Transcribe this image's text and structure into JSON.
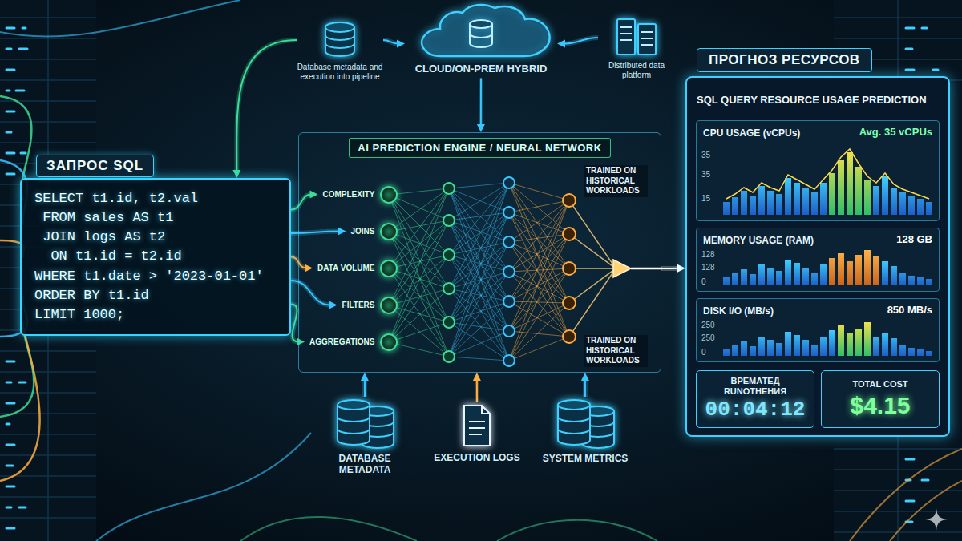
{
  "diagram": {
    "nodes": [
      {
        "text": [
          "ЗАПРОС SQL",
          "SELECT t1.id, t2.val",
          "FROM sales AS t1",
          "JOIN logs AS t2",
          "ON t1.id = t2.id",
          "WHERE t1.date > '2023-01-01'",
          "ORDER BY t1.id",
          "LIMIT 1000;"
        ]
      },
      {
        "text": [
          "Database metadata and execution into pipeline"
        ]
      },
      {
        "text": [
          "CLOUD/ON-PREM HYBRID"
        ]
      },
      {
        "text": [
          "Distributed data platform"
        ]
      },
      {
        "text": [
          "AI PREDICTION ENGINE / NEURAL NETWORK"
        ]
      },
      {
        "text": [
          "COMPLEXITY"
        ],
        "in": 4
      },
      {
        "text": [
          "JOINS"
        ],
        "in": 4
      },
      {
        "text": [
          "DATA VOLUME"
        ],
        "in": 4
      },
      {
        "text": [
          "FILTERS"
        ],
        "in": 4
      },
      {
        "text": [
          "AGGREGATIONS"
        ],
        "in": 4
      },
      {
        "text": [
          "ПРОГНОЗ РЕСУРСОВ",
          "SQL QUERY RESOURCE USAGE PREDICTION"
        ]
      },
      {
        "text": [
          "CPU USAGE (vCPUs)",
          "Avg. 35 vCPUs",
          "35",
          "35",
          "15"
        ],
        "in": 10
      },
      {
        "text": [
          "MEMORY USAGE (RAM)",
          "128 GB",
          "128",
          "128",
          "0"
        ],
        "in": 10
      },
      {
        "text": [
          "DISK I/O (MB/s)",
          "850 MB/s",
          "250",
          "250",
          "0"
        ],
        "in": 10
      },
      {
        "text": [
          "ВРЕМАТЕД RUNOTНЕНИЯ",
          "00:04:12"
        ],
        "in": 10
      },
      {
        "text": [
          "TOTAL COST",
          "$4.15"
        ],
        "in": 10
      },
      {
        "text": [
          "DATABASE METADATA"
        ]
      },
      {
        "text": [
          "EXECUTION LOGS"
        ]
      },
      {
        "text": [
          "SYSTEM METRICS"
        ]
      }
    ],
    "edges": [
      {
        "from": 0,
        "to": 5,
        "arrow": "to"
      },
      {
        "from": 0,
        "to": 6,
        "arrow": "to"
      },
      {
        "from": 0,
        "to": 7,
        "arrow": "to"
      },
      {
        "from": 0,
        "to": 8,
        "arrow": "to"
      },
      {
        "from": 0,
        "to": 9,
        "arrow": "to"
      },
      {
        "from": 1,
        "to": 2,
        "arrow": "to"
      },
      {
        "from": 3,
        "to": 2,
        "arrow": "to"
      },
      {
        "from": 2,
        "to": 4,
        "arrow": "to"
      },
      {
        "from": 1,
        "to": 0,
        "arrow": "to"
      },
      {
        "from": 4,
        "to": 10,
        "arrow": "to"
      },
      {
        "from": 16,
        "to": 4,
        "arrow": "to"
      },
      {
        "from": 17,
        "to": 4,
        "arrow": "to"
      },
      {
        "from": 18,
        "to": 4,
        "arrow": "to"
      }
    ],
    "labels": [
      "TRAINED ON HISTORICAL WORKLOADS",
      "TRAINED ON HISTORICAL WORKLOADS"
    ]
  }
}
